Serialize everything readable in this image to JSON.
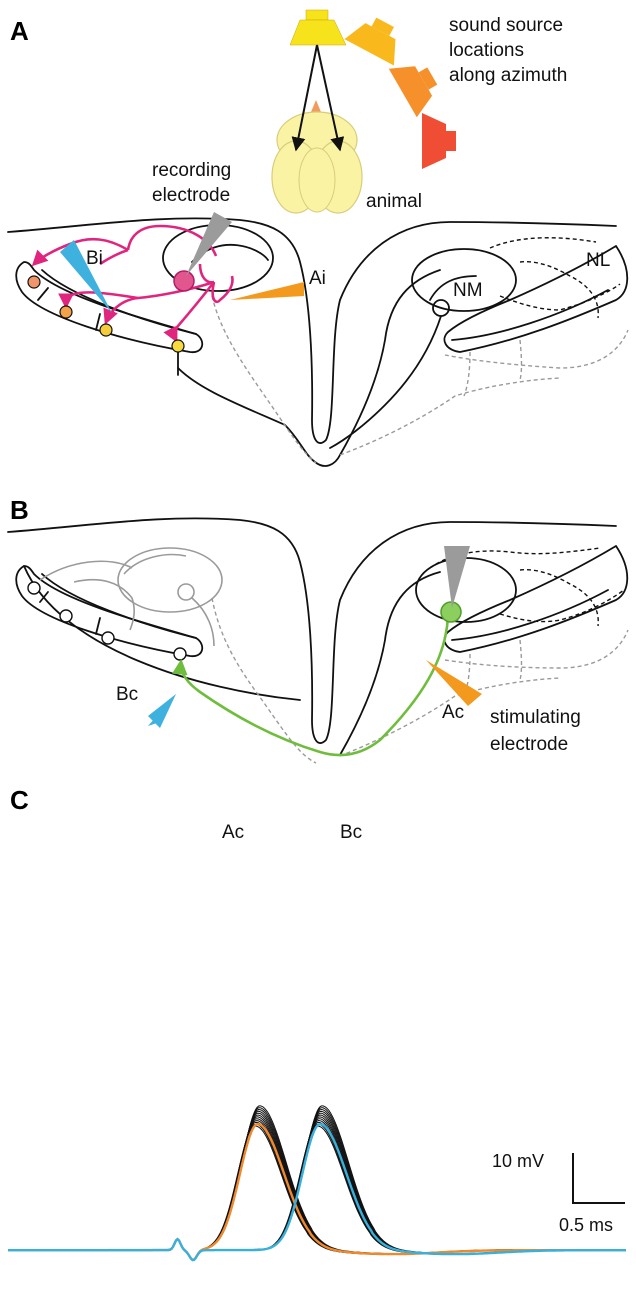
{
  "panels": {
    "a": {
      "letter": "A"
    },
    "b": {
      "letter": "B"
    },
    "c": {
      "letter": "C"
    }
  },
  "labels": {
    "sound_source_line1": "sound source",
    "sound_source_line2": "locations",
    "sound_source_line3": "along azimuth",
    "animal": "animal",
    "recording_line1": "recording",
    "recording_line2": "electrode",
    "bi": "Bi",
    "ai": "Ai",
    "nm": "NM",
    "nl": "NL",
    "bc": "Bc",
    "ac": "Ac",
    "stimulating_line1": "stimulating",
    "stimulating_line2": "electrode",
    "trace_ac": "Ac",
    "trace_bc": "Bc",
    "scale_v": "10 mV",
    "scale_t": "0.5 ms"
  },
  "colors": {
    "ipsilateral_axon": "#e0257f",
    "contralateral_axon": "#6fbd3c",
    "stim_a": "#f39a1e",
    "stim_b": "#3fb1de",
    "electrode": "#9b9b9b",
    "speaker_1": "#f7e31b",
    "speaker_2": "#f9b81c",
    "speaker_3": "#f6902a",
    "speaker_4": "#ef4e35",
    "animal_head": "#fbf3a4",
    "trace_ac": "#f0892b",
    "trace_bc": "#38b0dc",
    "trace_raw": "#111111"
  },
  "chart_data": {
    "type": "line",
    "xunit": "ms",
    "yunit": "mV",
    "scalebar": {
      "voltage_mV": 10,
      "time_ms": 0.5
    },
    "series": [
      {
        "name": "Ac",
        "peak_time_ms": 2.4,
        "peak_mV": 27,
        "color": "#f0892b"
      },
      {
        "name": "Bc",
        "peak_time_ms": 3.0,
        "peak_mV": 27,
        "color": "#38b0dc"
      }
    ],
    "raw_sweeps_per_condition": 12
  }
}
